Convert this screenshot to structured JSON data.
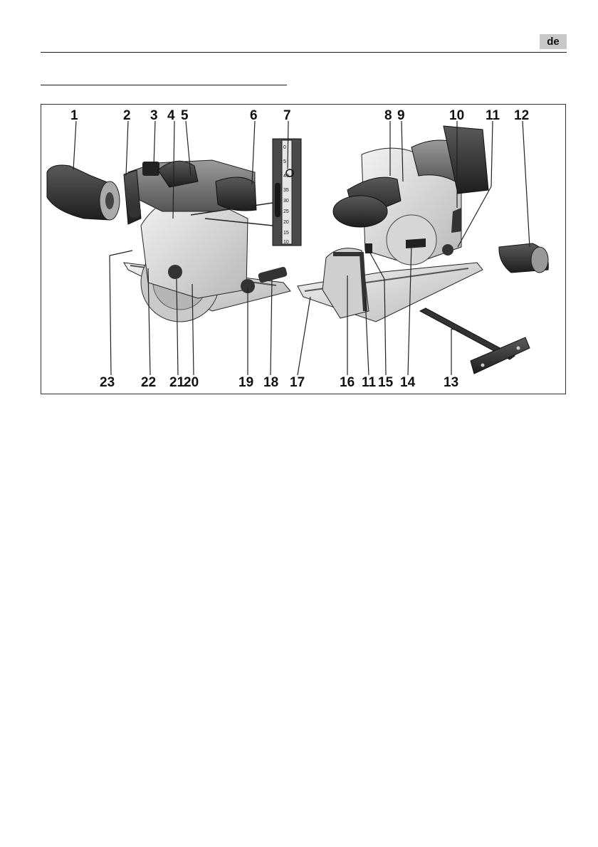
{
  "header": {
    "language_badge": "de"
  },
  "figure": {
    "top_callouts": [
      "1",
      "2",
      "3",
      "4",
      "5",
      "6",
      "7",
      "8",
      "9",
      "10",
      "11",
      "12"
    ],
    "bottom_callouts": [
      "23",
      "22",
      "21",
      "20",
      "19",
      "18",
      "17",
      "16",
      "11",
      "15",
      "14",
      "13"
    ],
    "scale_marks": [
      "0",
      "5",
      "40",
      "35",
      "30",
      "25",
      "20",
      "15",
      "10"
    ]
  }
}
